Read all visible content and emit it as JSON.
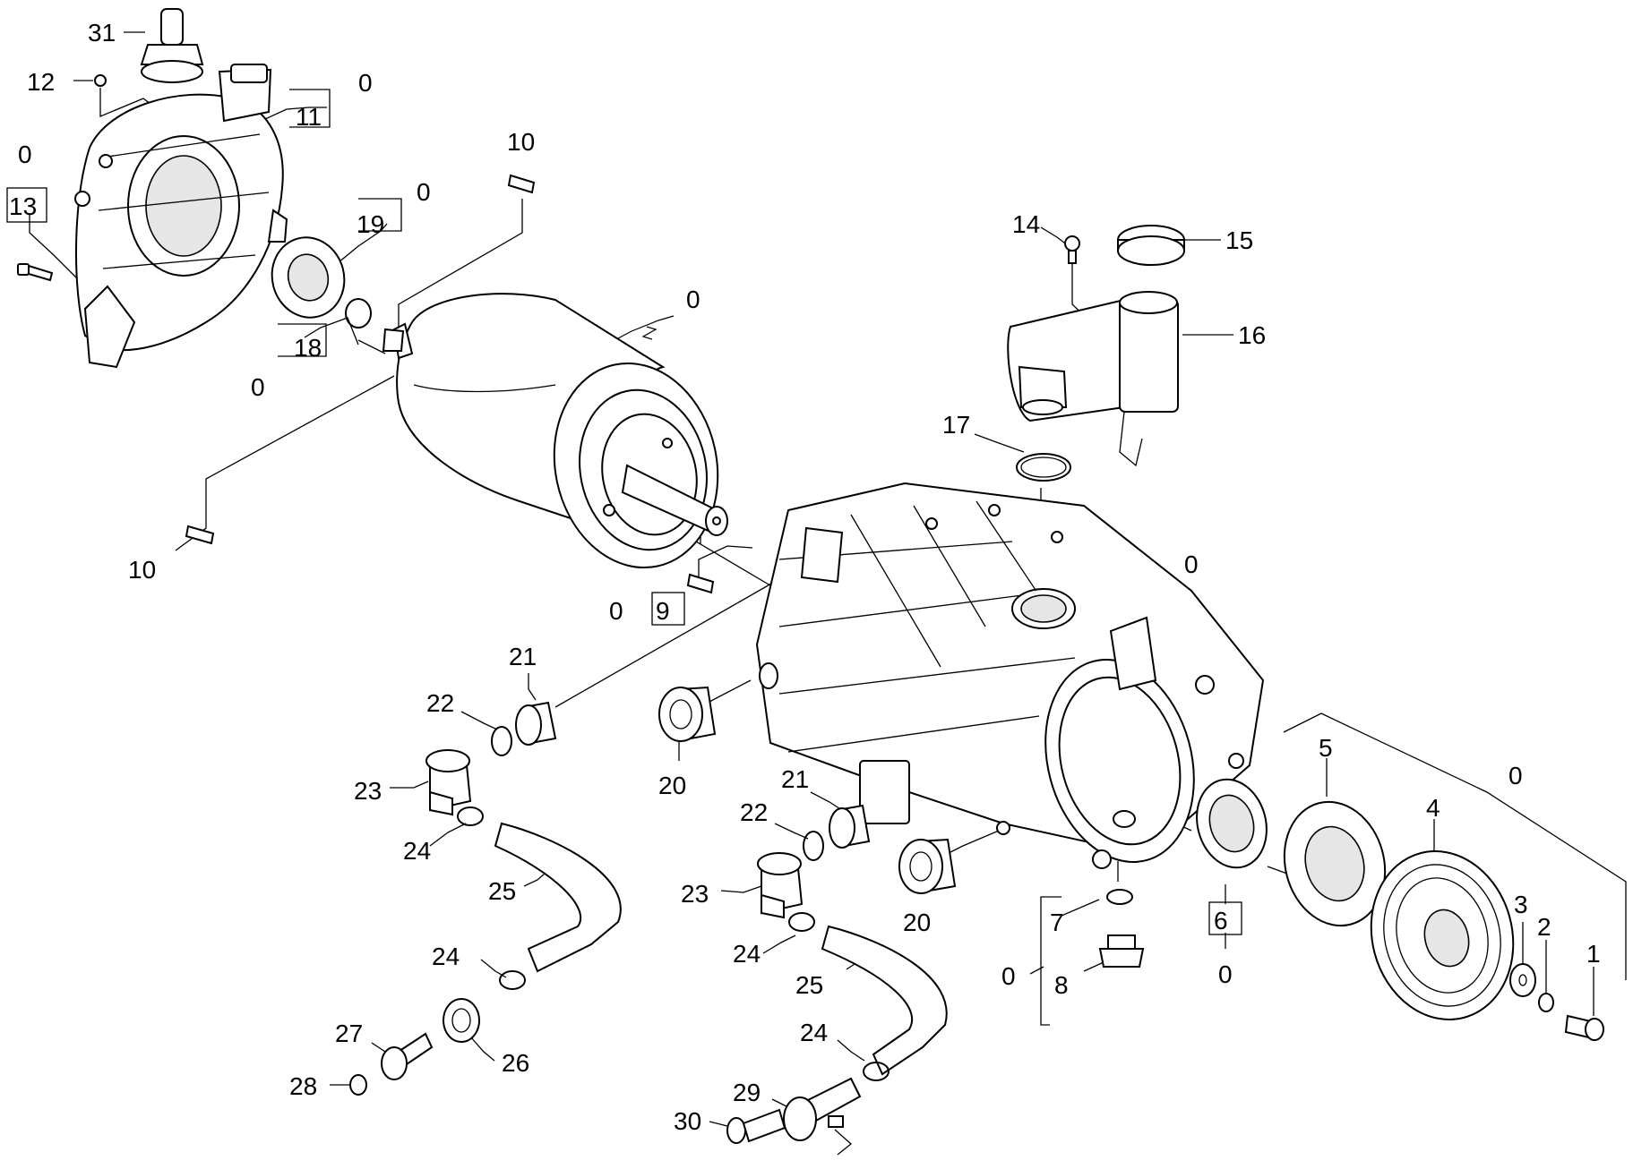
{
  "labels": {
    "p31": "31",
    "p12": "12",
    "p11": "11",
    "p11z": "0",
    "p13z": "0",
    "p13": "13",
    "p10a": "10",
    "p19z": "0",
    "p19": "19",
    "p18": "18",
    "p18z": "0",
    "p0motor": "0",
    "p14": "14",
    "p15": "15",
    "p16": "16",
    "p17": "17",
    "p10b": "10",
    "p9z": "0",
    "p9": "9",
    "p0housing": "0",
    "p21a": "21",
    "p22a": "22",
    "p23a": "23",
    "p24a": "24",
    "p25a": "25",
    "p20a": "20",
    "p20b": "20",
    "p21b": "21",
    "p22b": "22",
    "p23b": "23",
    "p24b": "24",
    "p25b": "25",
    "p24c": "24",
    "p24d": "24",
    "p27": "27",
    "p26": "26",
    "p28": "28",
    "p29": "29",
    "p30": "30",
    "p7": "7",
    "p8": "8",
    "p78z": "0",
    "p6": "6",
    "p6z": "0",
    "p5": "5",
    "p4": "4",
    "p3": "3",
    "p2": "2",
    "p1": "1",
    "p0right": "0"
  }
}
